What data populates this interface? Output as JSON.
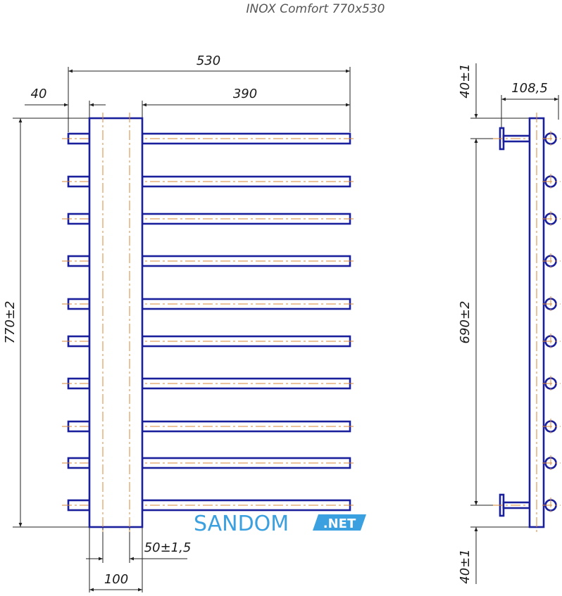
{
  "title": "INOX Comfort 770x530",
  "dimensions": {
    "total_width": "530",
    "left_offset": "40",
    "bar_length": "390",
    "total_height": "770±2",
    "center_distance": "50±1,5",
    "collector_width": "100",
    "side_top": "40±1",
    "side_depth": "108,5",
    "side_height": "690±2",
    "side_bottom": "40±1"
  },
  "rails": {
    "count": 10,
    "items": [
      "rail-1",
      "rail-2",
      "rail-3",
      "rail-4",
      "rail-5",
      "rail-6",
      "rail-7",
      "rail-8",
      "rail-9",
      "rail-10"
    ]
  },
  "brand": {
    "name": "SANDOM",
    "suffix": ".NET",
    "suffix_color": "#3aa0e0",
    "text_color": "#3aa0e0"
  },
  "colors": {
    "pipe": "#1a1f9c",
    "axis": "#d98a3a",
    "dimension": "#222222"
  }
}
